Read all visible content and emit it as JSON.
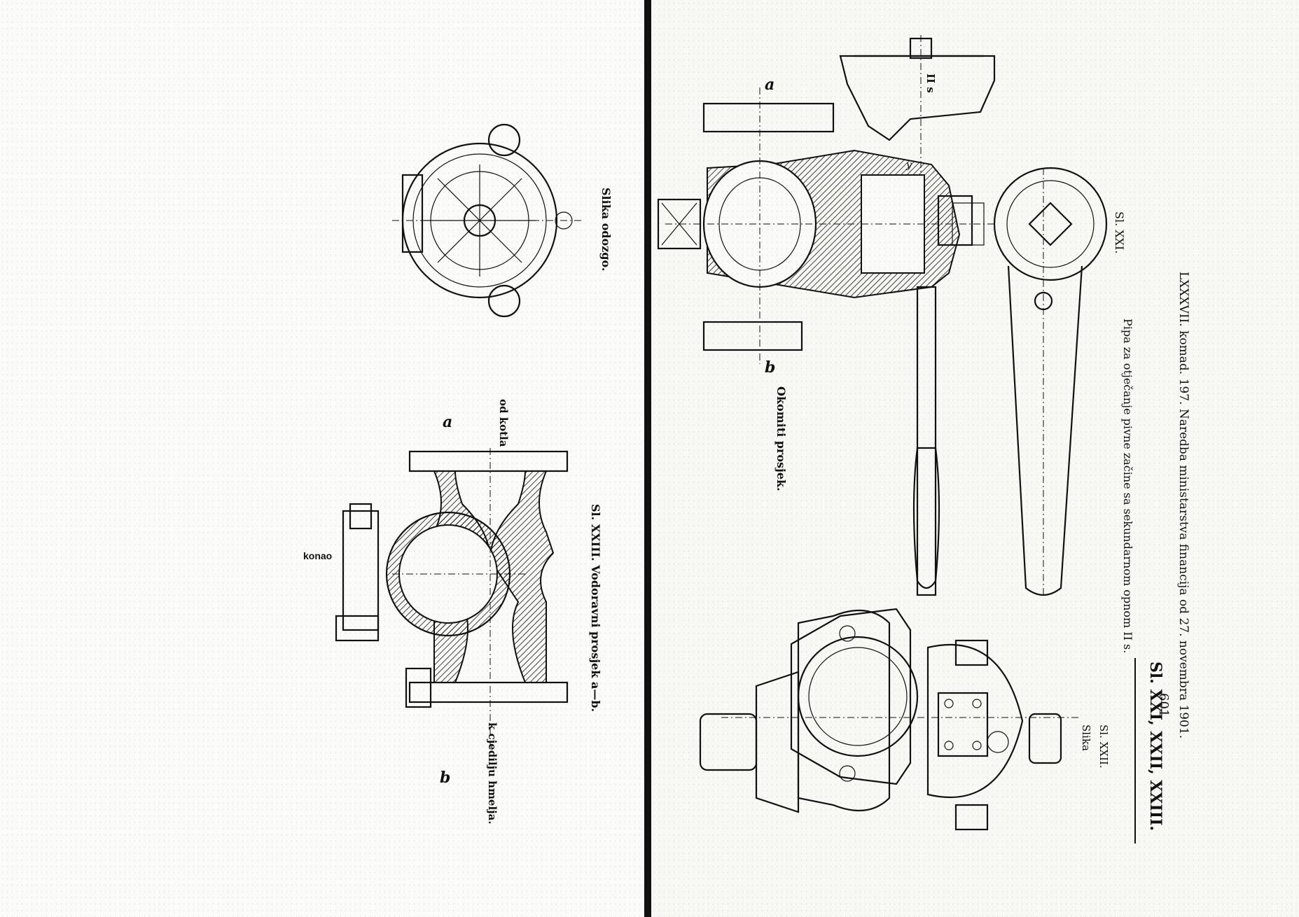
{
  "header": {
    "page_number": "601",
    "title": "LXXXVII. komad. 197. Naredba ministarstva financija od 27. novembra 1901.",
    "caption": "Pipa za otječanje pivne začine sa sekundarnom opnom II s.",
    "figure_ref": "Sl. XXI, XXII, XXIII."
  },
  "figures": {
    "fig21_label": "Sl. XXI.",
    "fig21_sub": "Okomiti prosjek.",
    "fig22_label": "Sl. XXII.",
    "fig22_sub": "Slika",
    "top_view": "Slika odozgo.",
    "fig23_title": "Sl. XXIII. Vodoravni prosjek a—b.",
    "label_od_kotla": "od kotla",
    "label_konao": "konao",
    "label_k_cjedilju": "k cjedilju hmelja.",
    "label_a": "a",
    "label_b": "b",
    "label_II_s": "II s",
    "label_y": "y"
  }
}
